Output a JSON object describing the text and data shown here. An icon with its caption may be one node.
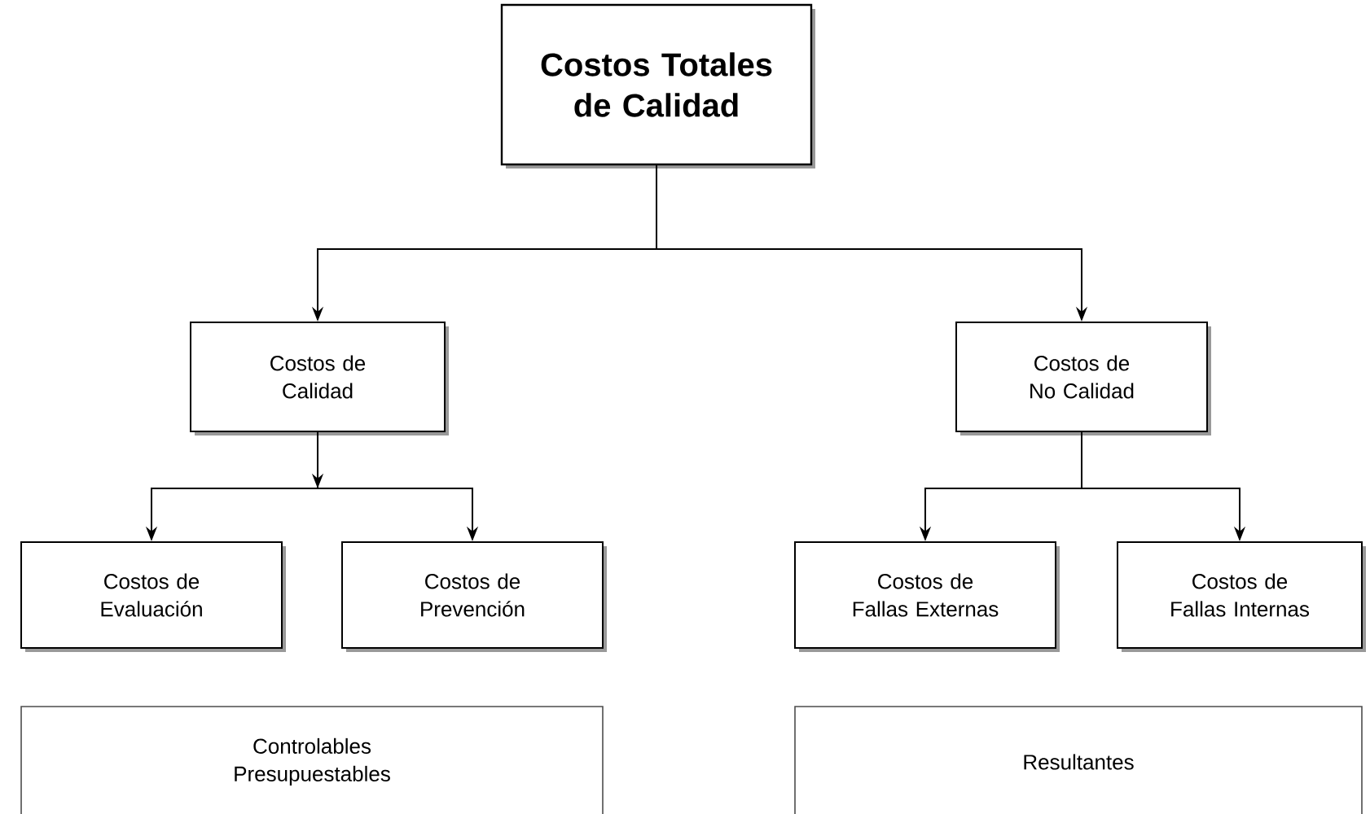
{
  "diagram": {
    "nodes": [
      {
        "text": [
          "Costos Totales de Calidad"
        ]
      },
      {
        "text": [
          "Costos de Calidad"
        ]
      },
      {
        "text": [
          "Costos de No Calidad"
        ]
      },
      {
        "text": [
          "Costos de Evaluación"
        ]
      },
      {
        "text": [
          "Costos de Prevención"
        ]
      },
      {
        "text": [
          "Costos de Fallas Externas"
        ]
      },
      {
        "text": [
          "Costos de Fallas Internas"
        ]
      },
      {
        "text": [
          "Controlables Presupuestables"
        ]
      },
      {
        "text": [
          "Resultantes"
        ]
      }
    ],
    "edges": [
      {
        "from": 0,
        "to": 1,
        "arrow": "to"
      },
      {
        "from": 0,
        "to": 2,
        "arrow": "to"
      },
      {
        "from": 1,
        "to": 3,
        "arrow": "to"
      },
      {
        "from": 1,
        "to": 4,
        "arrow": "to"
      },
      {
        "from": 2,
        "to": 5,
        "arrow": "to"
      },
      {
        "from": 2,
        "to": 6,
        "arrow": "to"
      }
    ]
  }
}
